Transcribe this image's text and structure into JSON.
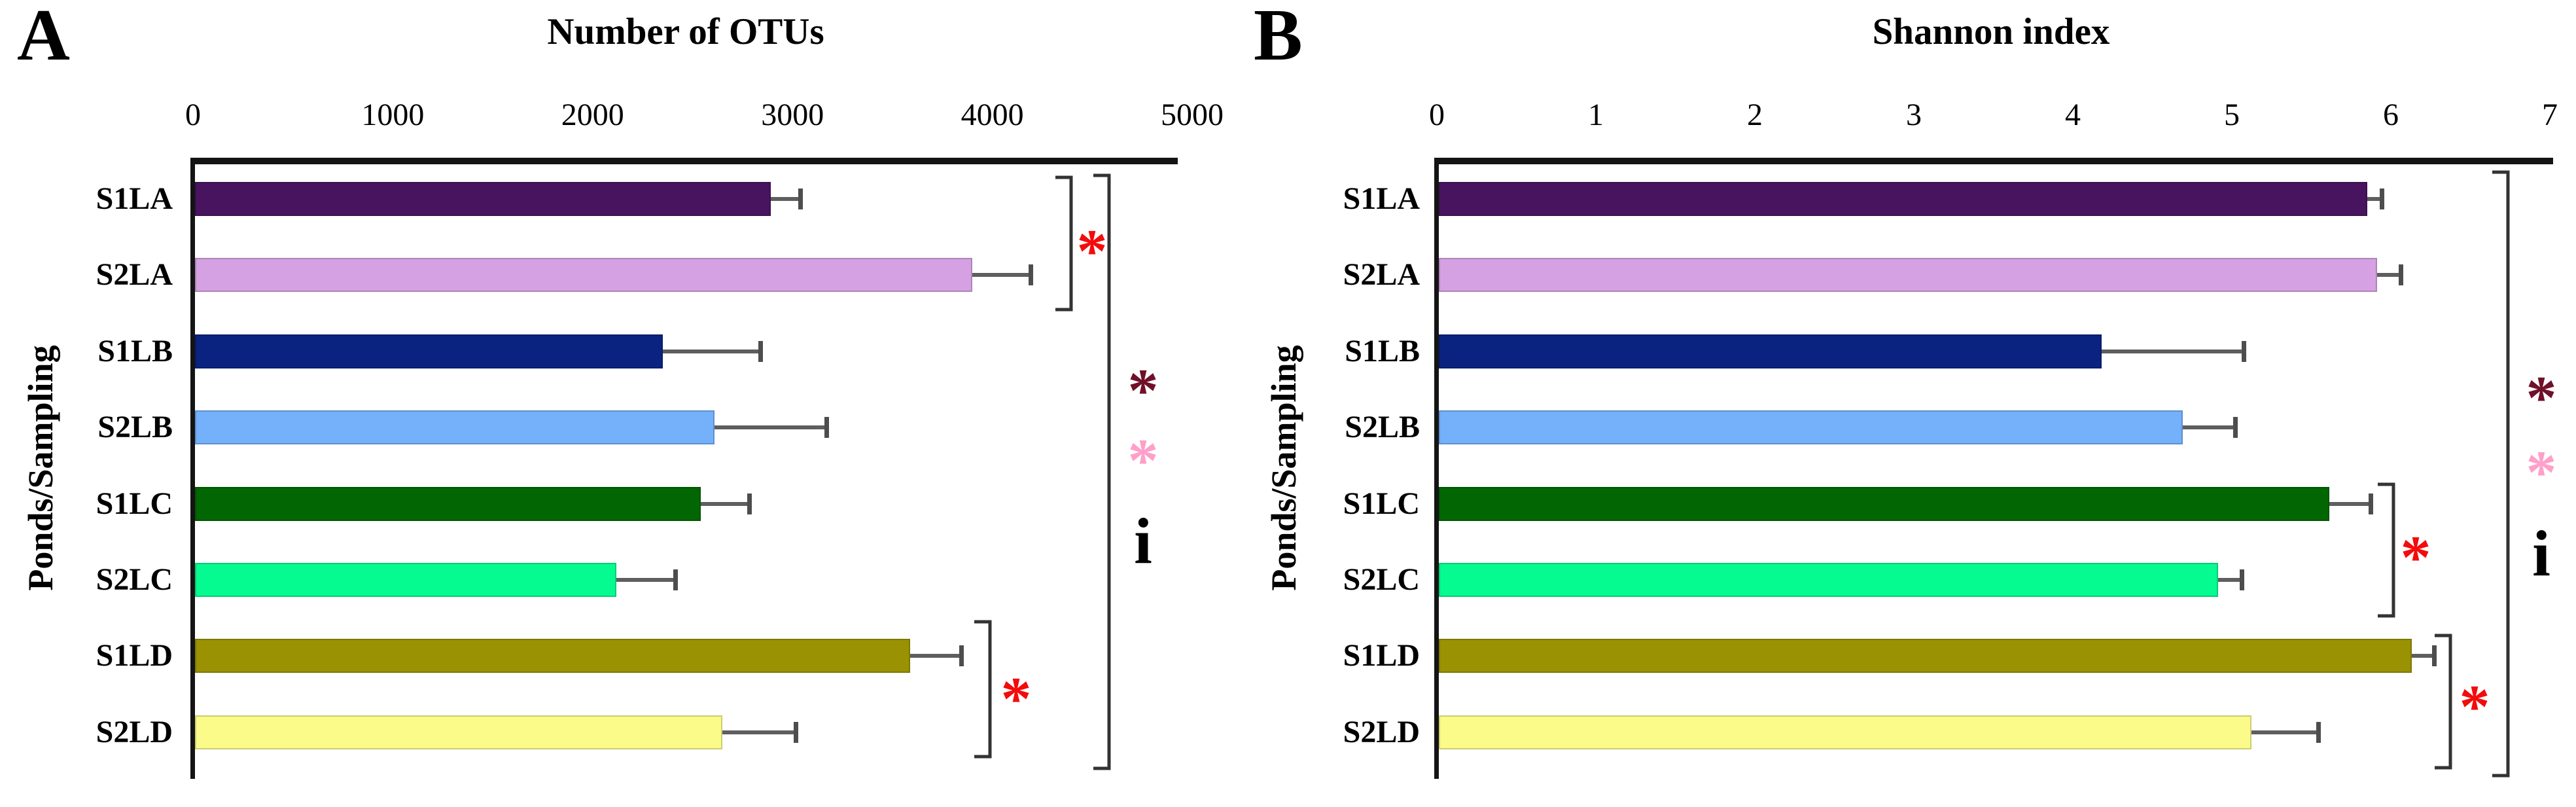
{
  "figure": {
    "background": "#ffffff",
    "categories": [
      "S1LA",
      "S2LA",
      "S1LB",
      "S2LB",
      "S1LC",
      "S2LC",
      "S1LD",
      "S2LD"
    ],
    "y_axis_label": "Ponds/Sampling",
    "significance_colors": {
      "red": "#F40B0B",
      "maroon": "#701129",
      "pink": "#FFA0CA",
      "black": "#000000"
    }
  },
  "chart_data": [
    {
      "type": "bar",
      "orientation": "horizontal",
      "panel_label": "A",
      "title": "Number of OTUs",
      "ylabel": "Ponds/Sampling",
      "xlim": [
        0,
        5000
      ],
      "xticks": [
        0,
        1000,
        2000,
        3000,
        4000,
        5000
      ],
      "grid": false,
      "legend": "none",
      "categories": [
        "S1LA",
        "S2LA",
        "S1LB",
        "S2LB",
        "S1LC",
        "S2LC",
        "S1LD",
        "S2LD"
      ],
      "values": [
        2880,
        3890,
        2340,
        2600,
        2530,
        2110,
        3580,
        2640
      ],
      "errors": [
        150,
        290,
        490,
        560,
        245,
        295,
        255,
        365
      ],
      "bar_colors": [
        "#49145F",
        "#D6A1E2",
        "#0B2380",
        "#75B0FA",
        "#026702",
        "#05FB90",
        "#9A9203",
        "#FBFB8A"
      ],
      "annotations": [
        {
          "type": "bracket",
          "rows": [
            0,
            1
          ],
          "symbols": [
            {
              "text": "*",
              "color": "#F40B0B"
            }
          ]
        },
        {
          "type": "bracket",
          "rows": [
            6,
            7
          ],
          "symbols": [
            {
              "text": "*",
              "color": "#F40B0B"
            }
          ]
        },
        {
          "type": "bracket",
          "rows": [
            0,
            7
          ],
          "symbols": [
            {
              "text": "*",
              "color": "#701129"
            },
            {
              "text": "*",
              "color": "#FFA0CA"
            },
            {
              "text": "i",
              "color": "#000000"
            }
          ]
        }
      ]
    },
    {
      "type": "bar",
      "orientation": "horizontal",
      "panel_label": "B",
      "title": "Shannon index",
      "ylabel": "Ponds/Sampling",
      "xlim": [
        0,
        7
      ],
      "xticks": [
        0,
        1,
        2,
        3,
        4,
        5,
        6,
        7
      ],
      "grid": false,
      "legend": "none",
      "categories": [
        "S1LA",
        "S2LA",
        "S1LB",
        "S2LB",
        "S1LC",
        "S2LC",
        "S1LD",
        "S2LD"
      ],
      "values": [
        5.84,
        5.9,
        4.17,
        4.68,
        5.6,
        4.9,
        6.12,
        5.11
      ],
      "errors": [
        0.09,
        0.15,
        0.89,
        0.33,
        0.26,
        0.15,
        0.14,
        0.42
      ],
      "bar_colors": [
        "#49145F",
        "#D6A1E2",
        "#0B2380",
        "#75B0FA",
        "#026702",
        "#05FB90",
        "#9A9203",
        "#FBFB8A"
      ],
      "annotations": [
        {
          "type": "bracket",
          "rows": [
            4,
            5
          ],
          "symbols": [
            {
              "text": "*",
              "color": "#F40B0B"
            }
          ]
        },
        {
          "type": "bracket",
          "rows": [
            6,
            7
          ],
          "symbols": [
            {
              "text": "*",
              "color": "#F40B0B"
            }
          ]
        },
        {
          "type": "bracket",
          "rows": [
            0,
            7
          ],
          "symbols": [
            {
              "text": "*",
              "color": "#701129"
            },
            {
              "text": "*",
              "color": "#FFA0CA"
            },
            {
              "text": "i",
              "color": "#000000"
            }
          ]
        }
      ]
    }
  ]
}
